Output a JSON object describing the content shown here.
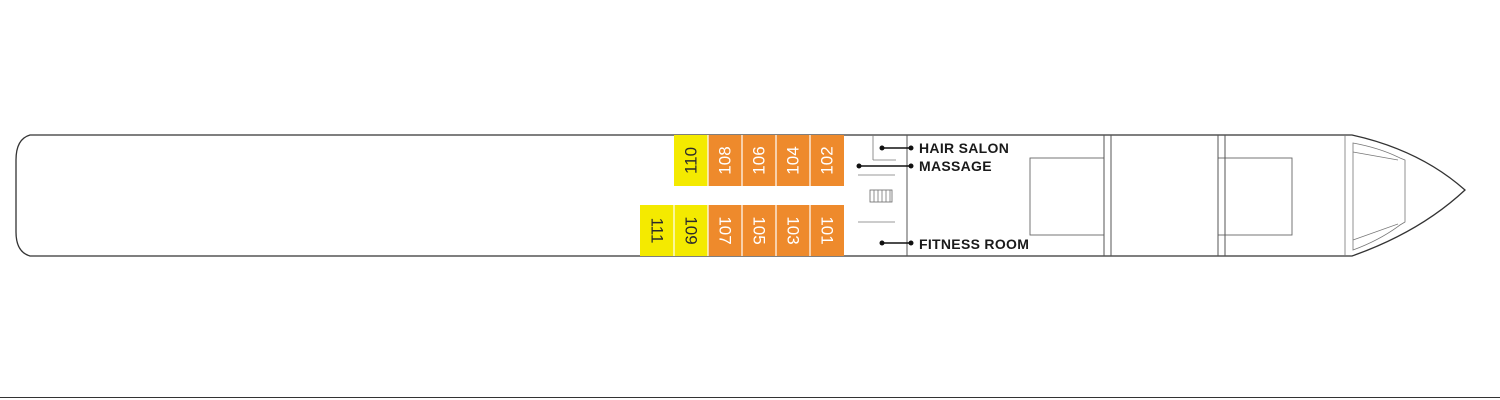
{
  "colors": {
    "standard_cabin": "#ee8a2c",
    "premium_cabin": "#f4ea00",
    "hull_stroke": "#333333",
    "background": "#ffffff"
  },
  "cabins": [
    {
      "number": "110",
      "category": "premium",
      "row": "upper"
    },
    {
      "number": "108",
      "category": "standard",
      "row": "upper"
    },
    {
      "number": "106",
      "category": "standard",
      "row": "upper"
    },
    {
      "number": "104",
      "category": "standard",
      "row": "upper"
    },
    {
      "number": "102",
      "category": "standard",
      "row": "upper"
    },
    {
      "number": "111",
      "category": "premium",
      "row": "lower"
    },
    {
      "number": "109",
      "category": "premium",
      "row": "lower"
    },
    {
      "number": "107",
      "category": "standard",
      "row": "lower"
    },
    {
      "number": "105",
      "category": "standard",
      "row": "lower"
    },
    {
      "number": "103",
      "category": "standard",
      "row": "lower"
    },
    {
      "number": "101",
      "category": "standard",
      "row": "lower"
    }
  ],
  "amenities": {
    "hair_salon": "HAIR SALON",
    "massage": "MASSAGE",
    "fitness_room": "FITNESS ROOM"
  }
}
